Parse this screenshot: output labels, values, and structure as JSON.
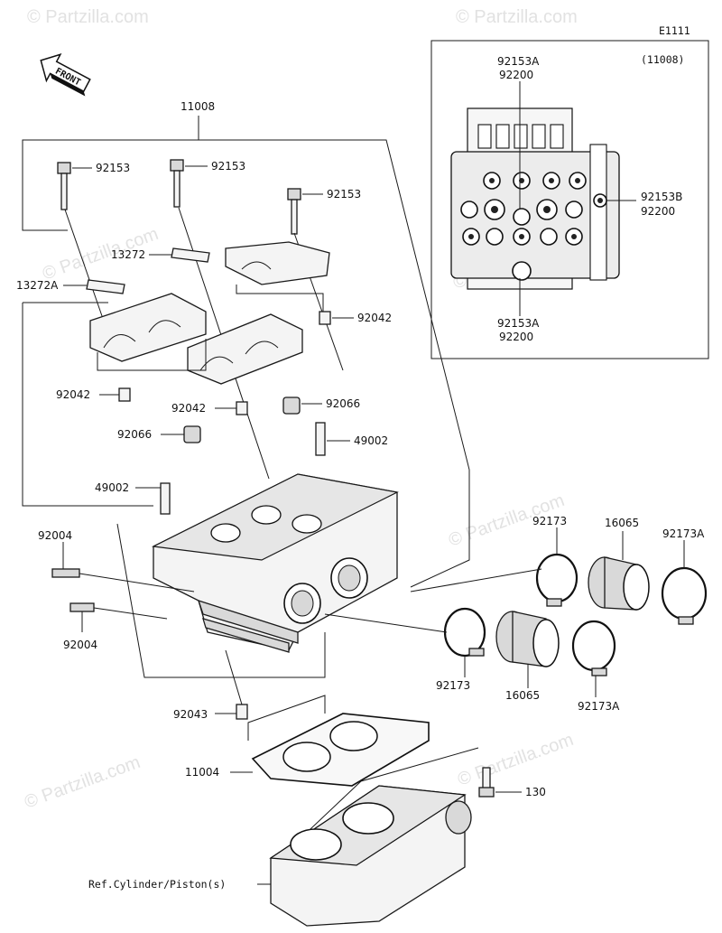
{
  "diagram": {
    "code": "E1111",
    "front_label": "FRONT",
    "inset_ref": "(11008)",
    "watermark": "© Partzilla.com",
    "labels": {
      "p11008": "11008",
      "p92153_a": "92153",
      "p92153_b": "92153",
      "p92153_c": "92153",
      "p13272": "13272",
      "p13272A": "13272A",
      "p92042_a": "92042",
      "p92042_b": "92042",
      "p92042_c": "92042",
      "p92066_a": "92066",
      "p92066_b": "92066",
      "p49002_a": "49002",
      "p49002_b": "49002",
      "p92004_a": "92004",
      "p92004_b": "92004",
      "p92173_a": "92173",
      "p92173_b": "92173",
      "p16065_a": "16065",
      "p16065_b": "16065",
      "p92173A_a": "92173A",
      "p92173A_b": "92173A",
      "p92043": "92043",
      "p11004": "11004",
      "p130": "130",
      "ref_cylinder": "Ref.Cylinder/Piston(s)",
      "in_92153A_top": "92153A",
      "in_92200_top": "92200",
      "in_92153B": "92153B",
      "in_92200_right": "92200",
      "in_92153A_bot": "92153A",
      "in_92200_bot": "92200"
    }
  }
}
